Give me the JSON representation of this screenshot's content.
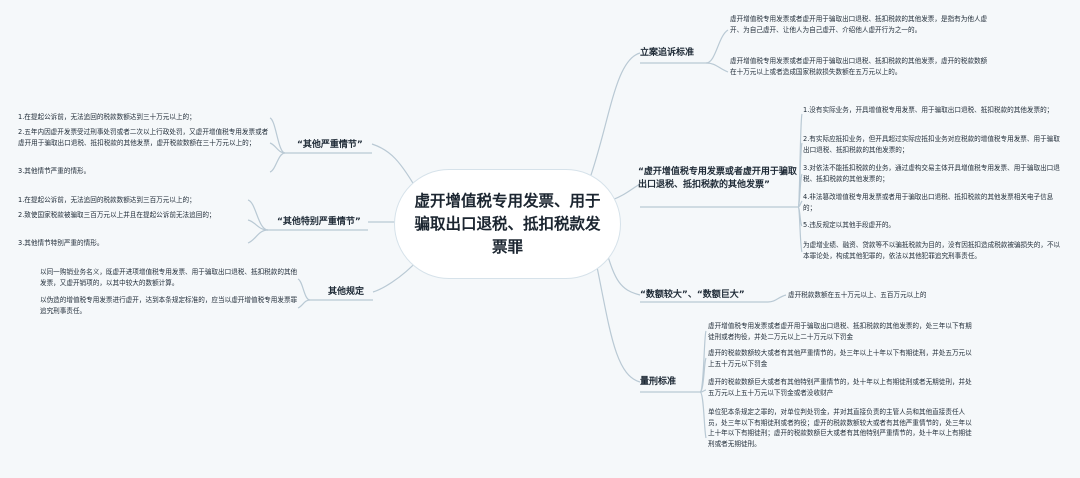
{
  "central": "虚开增值税专用发票、用于骗取出口退税、抵扣税款发票罪",
  "right": {
    "filing": {
      "label": "立案追诉标准",
      "items": [
        "虚开增值税专用发票或者虚开用于骗取出口退税、抵扣税款的其他发票，是指有为他人虚开、为自己虚开、让他人为自己虚开、介绍他人虚开行为之一的。",
        "虚开增值税专用发票或者虚开用于骗取出口退税、抵扣税款的其他发票，虚开的税款数额在十万元以上或者造成国家税款损失数额在五万元以上的。"
      ]
    },
    "definition": {
      "label": "“虚开增值税专用发票或者虚开用于骗取出口退税、抵扣税款的其他发票”",
      "items": [
        "1.没有实际业务，开具增值税专用发票、用于骗取出口退税、抵扣税款的其他发票的；",
        "2.有实际应抵扣业务，但开具超过实际应抵扣业务对应税款的增值税专用发票、用于骗取出口退税、抵扣税款的其他发票的；",
        "3.对依法不能抵扣税款的业务，通过虚构交易主体开具增值税专用发票、用于骗取出口退税、抵扣税款的其他发票的；",
        "4.非法篡改增值税专用发票或者用于骗取出口退税、抵扣税款的其他发票相关电子信息的；",
        "5.违反规定以其他手段虚开的。",
        "为虚增业绩、融资、贷款等不以骗抵税款为目的，没有因抵扣造成税款被骗损失的，不以本罪论处，构成其他犯罪的，依法以其他犯罪追究刑事责任。"
      ]
    },
    "amount": {
      "label": "“数额较大”、“数额巨大”",
      "items": [
        "虚开税款数额在五十万元以上、五百万元以上的"
      ]
    },
    "sentencing": {
      "label": "量刑标准",
      "items": [
        "虚开增值税专用发票或者虚开用于骗取出口退税、抵扣税款的其他发票的，处三年以下有期徒刑或者拘役，并处二万元以上二十万元以下罚金",
        "虚开的税款数额较大或者有其他严重情节的，处三年以上十年以下有期徒刑，并处五万元以上五十万元以下罚金",
        "虚开的税款数额巨大或者有其他特别严重情节的，处十年以上有期徒刑或者无期徒刑，并处五万元以上五十万元以下罚金或者没收财产",
        "单位犯本条规定之罪的，对单位判处罚金，并对其直接负责的主管人员和其他直接责任人员，处三年以下有期徒刑或者拘役；虚开的税款数额较大或者有其他严重情节的，处三年以上十年以下有期徒刑；虚开的税款数额巨大或者有其他特别严重情节的，处十年以上有期徒刑或者无期徒刑。"
      ]
    }
  },
  "left": {
    "serious": {
      "label": "“其他严重情节”",
      "items": [
        "1.在提起公诉前，无法追回的税款数额达到三十万元以上的；",
        "2.五年内因虚开发票受过刑事处罚或者二次以上行政处罚，又虚开增值税专用发票或者虚开用于骗取出口退税、抵扣税款的其他发票，虚开税款数额在三十万元以上的；",
        "3.其他情节严重的情形。"
      ]
    },
    "especially": {
      "label": "“其他特别严重情节”",
      "items": [
        "1.在提起公诉前，无法追回的税款数额达到三百万元以上的；",
        "2.致使国家税款被骗取三百万元以上并且在提起公诉前无法追回的；",
        "3.其他情节特别严重的情形。"
      ]
    },
    "other": {
      "label": "其他规定",
      "items": [
        "以同一购销业务名义，既虚开进项增值税专用发票、用于骗取出口退税、抵扣税款的其他发票，又虚开销项的，以其中较大的数额计算。",
        "以伪造的增值税专用发票进行虚开，达到本条规定标准的，应当以虚开增值税专用发票罪追究刑事责任。"
      ]
    }
  },
  "colors": {
    "line": "#b9c9d4",
    "bg": "#f5f8fa"
  }
}
